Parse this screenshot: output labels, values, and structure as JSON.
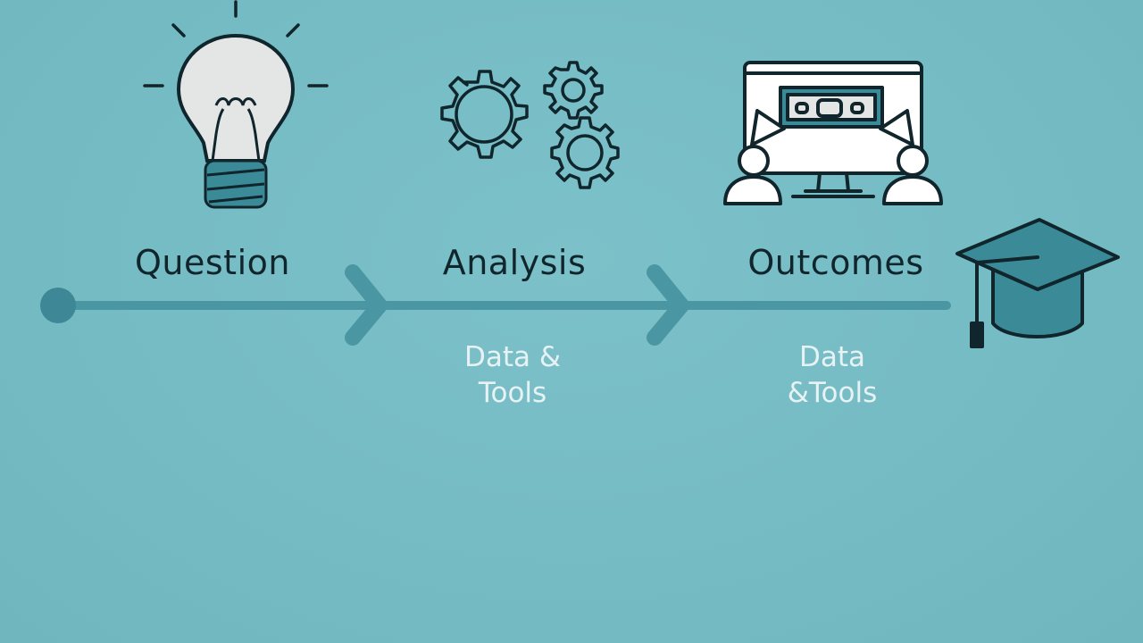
{
  "colors": {
    "background": "#76bcc4",
    "line": "#4a96a3",
    "icon_stroke": "#10262c",
    "icon_fill_teal": "#3b8a98",
    "bulb_glass": "#e4e6e6",
    "sub_label": "#e6f2f3"
  },
  "stages": [
    {
      "label": "Question",
      "icon": "lightbulb-icon"
    },
    {
      "label": "Analysis",
      "icon": "gears-icon"
    },
    {
      "label": "Outcomes",
      "icon": "monitor-people-icon"
    }
  ],
  "sublabels": [
    {
      "text": "Data &\nTools"
    },
    {
      "text": "Data\n&Tools"
    }
  ],
  "end_icon": "graduation-cap-icon"
}
